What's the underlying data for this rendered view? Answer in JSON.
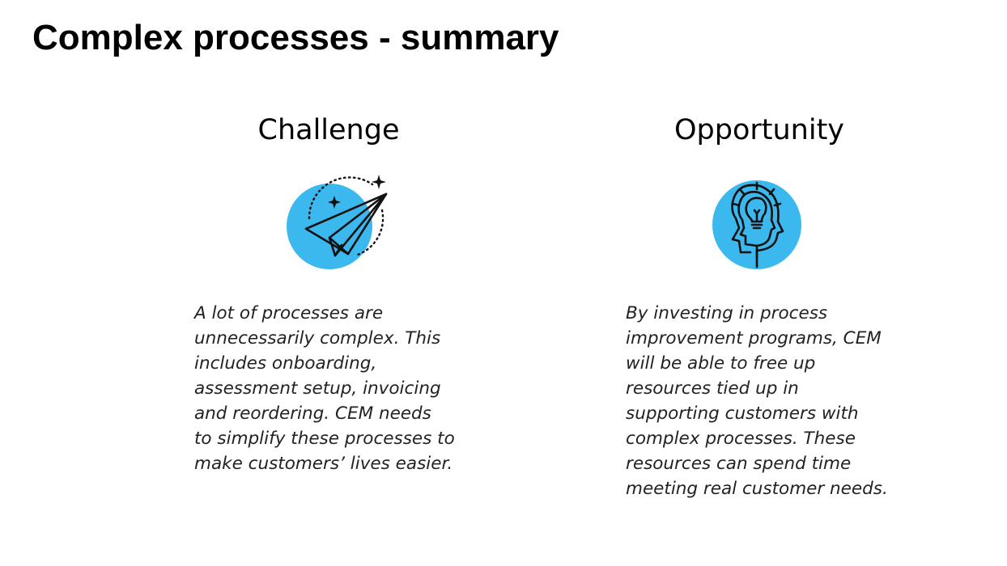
{
  "slide": {
    "title": "Complex processes - summary"
  },
  "colors": {
    "accent": "#3bb9ee",
    "text": "#222222"
  },
  "challenge": {
    "heading": "Challenge",
    "icon": "paper-plane-icon",
    "lines": [
      "A lot of processes are",
      "unnecessarily complex.  This",
      "includes onboarding,",
      "assessment setup, invoicing",
      "and reordering.  CEM needs",
      "to simplify these processes to",
      "make customers’ lives easier."
    ]
  },
  "opportunity": {
    "heading": "Opportunity",
    "icon": "head-lightbulb-icon",
    "lines": [
      "By investing in process",
      "improvement programs, CEM",
      "will be able to free up",
      "resources tied up in",
      "supporting customers with",
      "complex processes.  These",
      "resources can spend time",
      "meeting real customer needs."
    ]
  }
}
